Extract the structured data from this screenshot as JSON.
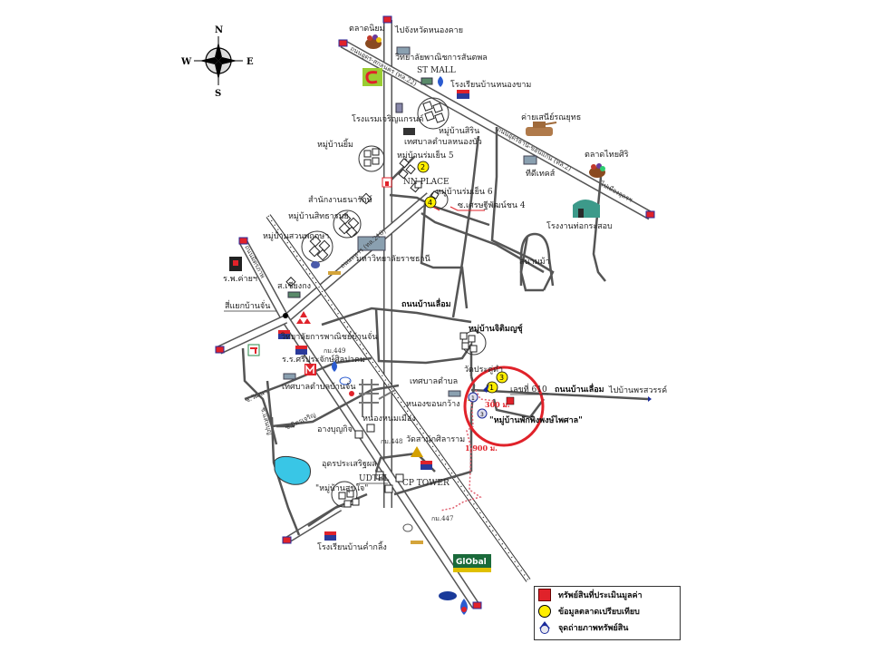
{
  "compass": {
    "n": "N",
    "s": "S",
    "e": "E",
    "w": "W"
  },
  "colors": {
    "road": "#555555",
    "highway_fill": "#ffffff",
    "railway": "#333333",
    "subject_circle": "#e0222a",
    "route_dotted": "#e06070",
    "subject_marker": "#e0222a",
    "comparable_marker": "#ffee00",
    "photo_marker": "#1a2a9a",
    "pond": "#39c6e6"
  },
  "labels": {
    "market_niyom": "ตลาดนิยม",
    "to_nongkhai": "ไปจังหวัดหนองคาย",
    "sampan_college": "วิทยาลัยพาณิชการสันตพล",
    "st_mall": "ST MALL",
    "nongkham_school": "โรงเรียนบ้านหนองขาม",
    "charoenkan_hotel": "โรงแรมเจริญแกรนด์",
    "moo_sirin": "หมู่บ้านสิริน",
    "nongbua_municipality": "เทศบาลตำบลหนองบัว",
    "moo_yim": "หมู่บ้านยิ้ม",
    "moo_romyen5": "หมู่บ้านร่มเย็น 5",
    "nn_place": "NN PLACE",
    "moo_romyen6": "หมู่บ้านร่มเย็น 6",
    "soi_sethi4": "ซ.เศรษฐีพัฒน์ชน 4",
    "thanarat_office": "สำนักงานธนารักษ์",
    "moo_sitthirom": "หมู่บ้านสิทธารมย์",
    "moo_suanphutsa": "หมู่บ้านสวนพฤกษา",
    "ratchathani_univ": "มหาวิทยาลัยราชธานี",
    "kaao_hospital": "ร.พ.ค่ายฯ",
    "chiangkong": "ส.เชียงกง",
    "ban_chan_junction": "สี่แยกบ้านจั่น",
    "udon_ring_road": "ถนนมิตรภาพ",
    "ban_chan_commercial": "วิทยาลัยการพาณิชย์บ้านจั่น",
    "km449": "กม.449",
    "sipathum_school": "ร.ร.ศรีประจักษ์ศิลปาคม",
    "banchan_municipality": "เทศบาลตำบลบ้านจั่น",
    "soi_wattana": "ซ.วัฒนา",
    "soi_saenboon": "ซ.แสนบุญ",
    "soi_mitcharoen": "ซ.มิตรเจริญ",
    "ban_chan_road": "ถนนบ้านเลื่อม",
    "moo_jiramet": "หมู่บ้านจิติมญชุ์",
    "wat_pradu": "วัดประดู่ดำ",
    "nongkhonkwang_municipality": "เทศบาลตำบล\nหนองขอนกว้าง",
    "nongkhonkwang_line1": "เทศบาลตำบล",
    "nongkhonkwang_line2": "หนองขอนกว้าง",
    "lane_610": "เลขที่ 610",
    "ban_lueam_road": "ถนนบ้านเลื่อม",
    "to_ban_phon_sawan": "ไปบ้านพรสวรรค์",
    "dist_300": "300 ม.",
    "subject_village": "\"หมู่บ้านพักพิงพงษ์ไพศาล\"",
    "dist_1900": "1,900 ม.",
    "nong_phum_mueang": "หนองหนมเมือง",
    "ang_boonyakit": "อางบุญกิจ",
    "km448": "กม.448",
    "wat_sanuk_wararam": "วัดสานักศิลาราม",
    "udon_prachasongkroh": "อุดรประเสริฐผล",
    "udtel": "UDTEL",
    "cp_tower": "CP TOWER",
    "moo_sukchai": "\"หมู่บ้านสุขใจ\"",
    "km447": "กม.447",
    "kutkheng_school": "โรงเรียนบ้านค่ำกลิ้ง",
    "thai_tank_camp": "ค่ายเสนีย์รณยุทธ",
    "market_thaisiri": "ตลาดไทยศิริ",
    "tt_tech": "ทีดีเทคส์",
    "pipe_factory": "โรงงานท่อกระสอบ",
    "race_track": "สนามม้า",
    "udon_khonkaen_road": "ถนนอุดรธานี-ขอนแก่น (ทล.2)",
    "to_udon_city": "ไปเมืองอุดรฯ",
    "to_nongbua_road": "ถนนทหาร (ทล.210)",
    "sakon_road": "ถนนอุดร-สกลนคร (ทล.22)",
    "global_house": "GlObal"
  },
  "markers": {
    "comparables": [
      "1",
      "2",
      "3",
      "4"
    ],
    "photo_points": [
      "1",
      "2",
      "3"
    ]
  },
  "legend": {
    "items": [
      {
        "label": "ทรัพย์สินที่ประเมินมูลค่า",
        "symbol": "red-square"
      },
      {
        "label": "ข้อมูลตลาดเปรียบเทียบ",
        "symbol": "yellow-circle"
      },
      {
        "label": "จุดถ่ายภาพทรัพย์สิน",
        "symbol": "photo-point"
      }
    ]
  }
}
